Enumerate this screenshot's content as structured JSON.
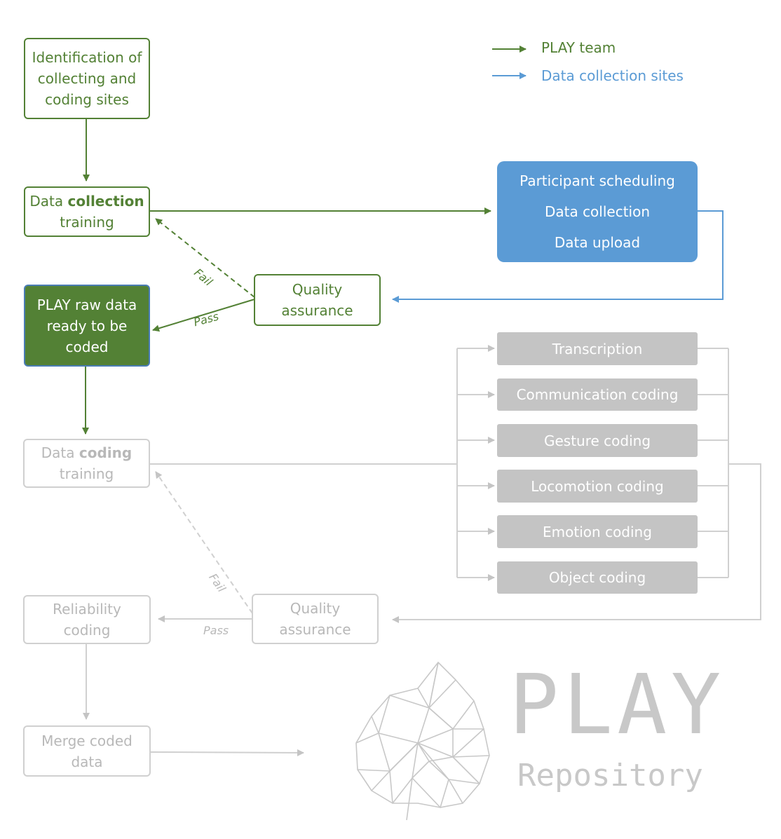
{
  "legend": {
    "play_team": "PLAY team",
    "data_sites": "Data collection sites"
  },
  "nodes": {
    "identification": [
      "Identification of",
      "collecting and",
      "coding sites"
    ],
    "collection_training": {
      "pre": "Data ",
      "bold": "collection",
      "line2": "training"
    },
    "site_tasks": [
      "Participant scheduling",
      "Data collection",
      "Data upload"
    ],
    "qa1": [
      "Quality",
      "assurance"
    ],
    "raw_ready": [
      "PLAY raw data",
      "ready to be",
      "coded"
    ],
    "coding_training": {
      "pre": "Data ",
      "bold": "coding",
      "line2": "training"
    },
    "coding_tasks": [
      "Transcription",
      "Communication coding",
      "Gesture coding",
      "Locomotion coding",
      "Emotion coding",
      "Object coding"
    ],
    "reliability": [
      "Reliability",
      "coding"
    ],
    "qa2": [
      "Quality",
      "assurance"
    ],
    "merge": [
      "Merge coded",
      "data"
    ]
  },
  "edge_labels": {
    "fail1": "Fail",
    "pass1": "Pass",
    "fail2": "Fail",
    "pass2": "Pass"
  },
  "logo": {
    "title": "PLAY",
    "subtitle": "Repository"
  },
  "colors": {
    "green": "#538135",
    "blue": "#5b9bd5",
    "gray": "#c4c4c4",
    "light_gray": "#d0d0d0"
  }
}
